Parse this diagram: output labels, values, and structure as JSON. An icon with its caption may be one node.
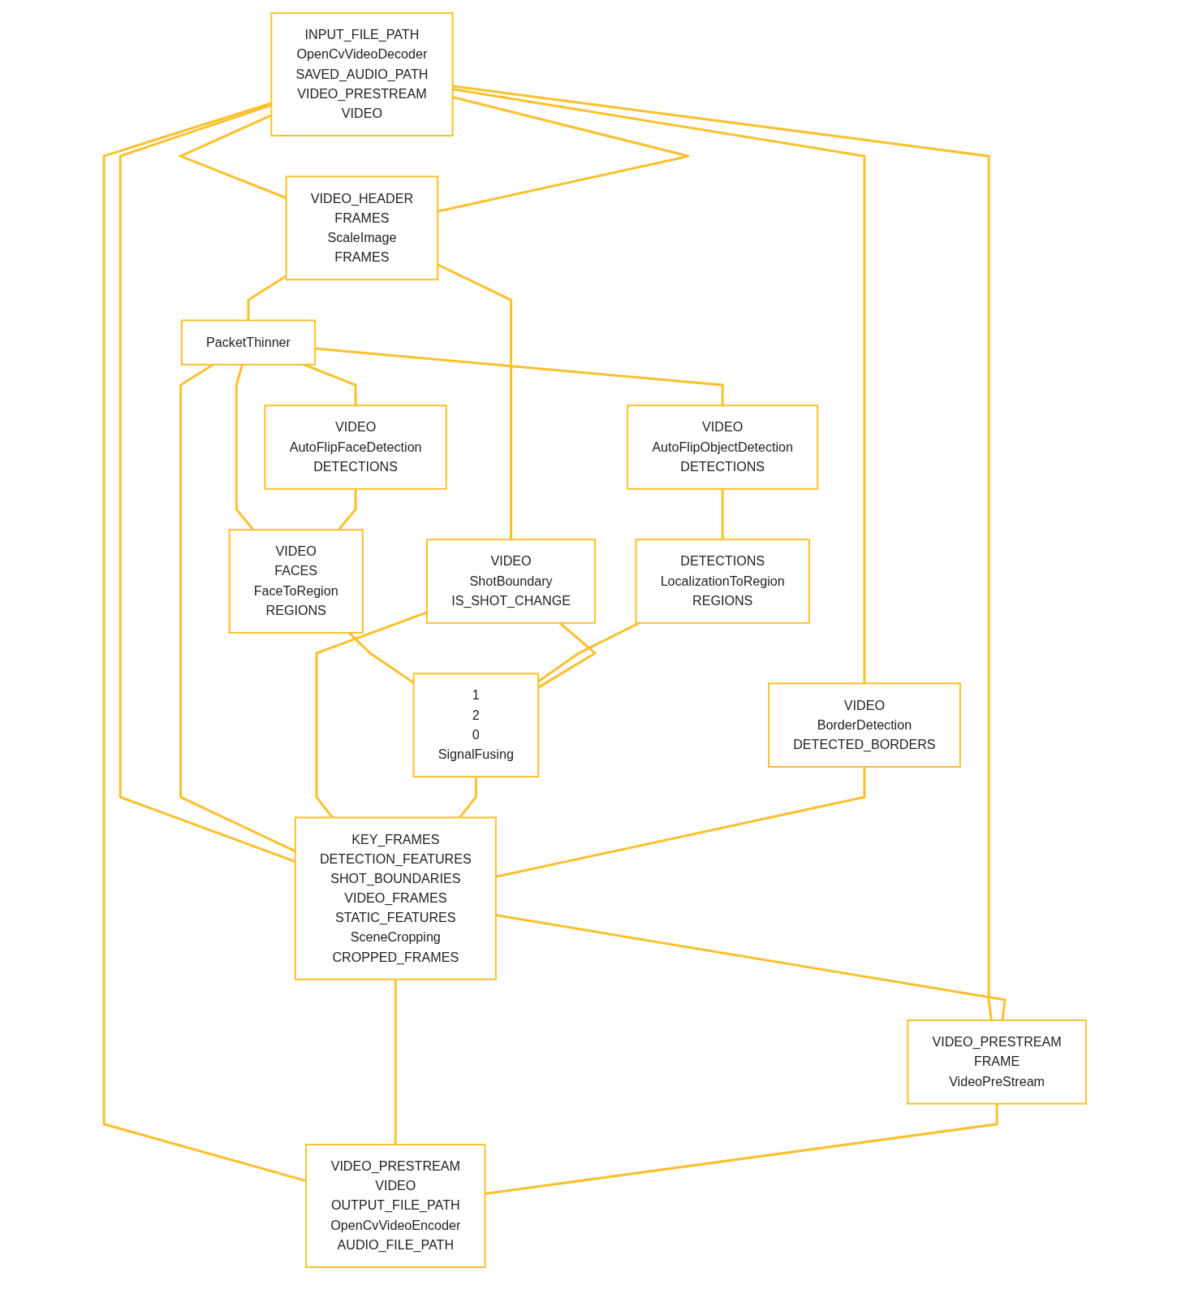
{
  "diagram": {
    "nodes": [
      {
        "text": [
          "INPUT_FILE_PATH",
          "OpenCvVideoDecoder",
          "SAVED_AUDIO_PATH",
          "VIDEO_PRESTREAM",
          "VIDEO"
        ]
      },
      {
        "text": [
          "VIDEO_HEADER",
          "FRAMES",
          "ScaleImage",
          "FRAMES"
        ]
      },
      {
        "text": [
          "PacketThinner"
        ]
      },
      {
        "text": [
          "VIDEO",
          "BorderDetection",
          "DETECTED_BORDERS"
        ]
      },
      {
        "text": [
          "VIDEO",
          "AutoFlipFaceDetection",
          "DETECTIONS"
        ]
      },
      {
        "text": [
          "VIDEO",
          "AutoFlipObjectDetection",
          "DETECTIONS"
        ]
      },
      {
        "text": [
          "VIDEO",
          "FACES",
          "FaceToRegion",
          "REGIONS"
        ]
      },
      {
        "text": [
          "DETECTIONS",
          "LocalizationToRegion",
          "REGIONS"
        ]
      },
      {
        "text": [
          "VIDEO",
          "ShotBoundary",
          "IS_SHOT_CHANGE"
        ]
      },
      {
        "text": [
          "1",
          "2",
          "0",
          "SignalFusing"
        ]
      },
      {
        "text": [
          "KEY_FRAMES",
          "DETECTION_FEATURES",
          "SHOT_BOUNDARIES",
          "VIDEO_FRAMES",
          "STATIC_FEATURES",
          "SceneCropping",
          "CROPPED_FRAMES"
        ]
      },
      {
        "text": [
          "VIDEO_PRESTREAM",
          "FRAME",
          "VideoPreStream"
        ]
      },
      {
        "text": [
          "VIDEO_PRESTREAM",
          "VIDEO",
          "OUTPUT_FILE_PATH",
          "OpenCvVideoEncoder",
          "AUDIO_FILE_PATH"
        ]
      }
    ],
    "edges": [
      {
        "from": 0,
        "to": 1,
        "arrow": "none"
      },
      {
        "from": 0,
        "to": 11,
        "arrow": "none"
      },
      {
        "from": 0,
        "to": 1,
        "arrow": "none"
      },
      {
        "from": 0,
        "to": 3,
        "arrow": "none"
      },
      {
        "from": 0,
        "to": 10,
        "arrow": "none"
      },
      {
        "from": 0,
        "to": 12,
        "arrow": "none"
      },
      {
        "from": 1,
        "to": 2,
        "arrow": "none"
      },
      {
        "from": 1,
        "to": 8,
        "arrow": "none"
      },
      {
        "from": 2,
        "to": 4,
        "arrow": "none"
      },
      {
        "from": 2,
        "to": 5,
        "arrow": "none"
      },
      {
        "from": 2,
        "to": 6,
        "arrow": "none"
      },
      {
        "from": 2,
        "to": 10,
        "arrow": "none"
      },
      {
        "from": 4,
        "to": 6,
        "arrow": "none"
      },
      {
        "from": 5,
        "to": 7,
        "arrow": "none"
      },
      {
        "from": 6,
        "to": 9,
        "arrow": "none"
      },
      {
        "from": 7,
        "to": 9,
        "arrow": "none"
      },
      {
        "from": 8,
        "to": 9,
        "arrow": "none"
      },
      {
        "from": 8,
        "to": 10,
        "arrow": "none"
      },
      {
        "from": 9,
        "to": 10,
        "arrow": "none"
      },
      {
        "from": 3,
        "to": 10,
        "arrow": "none"
      },
      {
        "from": 10,
        "to": 11,
        "arrow": "none"
      },
      {
        "from": 10,
        "to": 12,
        "arrow": "none"
      },
      {
        "from": 11,
        "to": 12,
        "arrow": "none"
      }
    ]
  }
}
